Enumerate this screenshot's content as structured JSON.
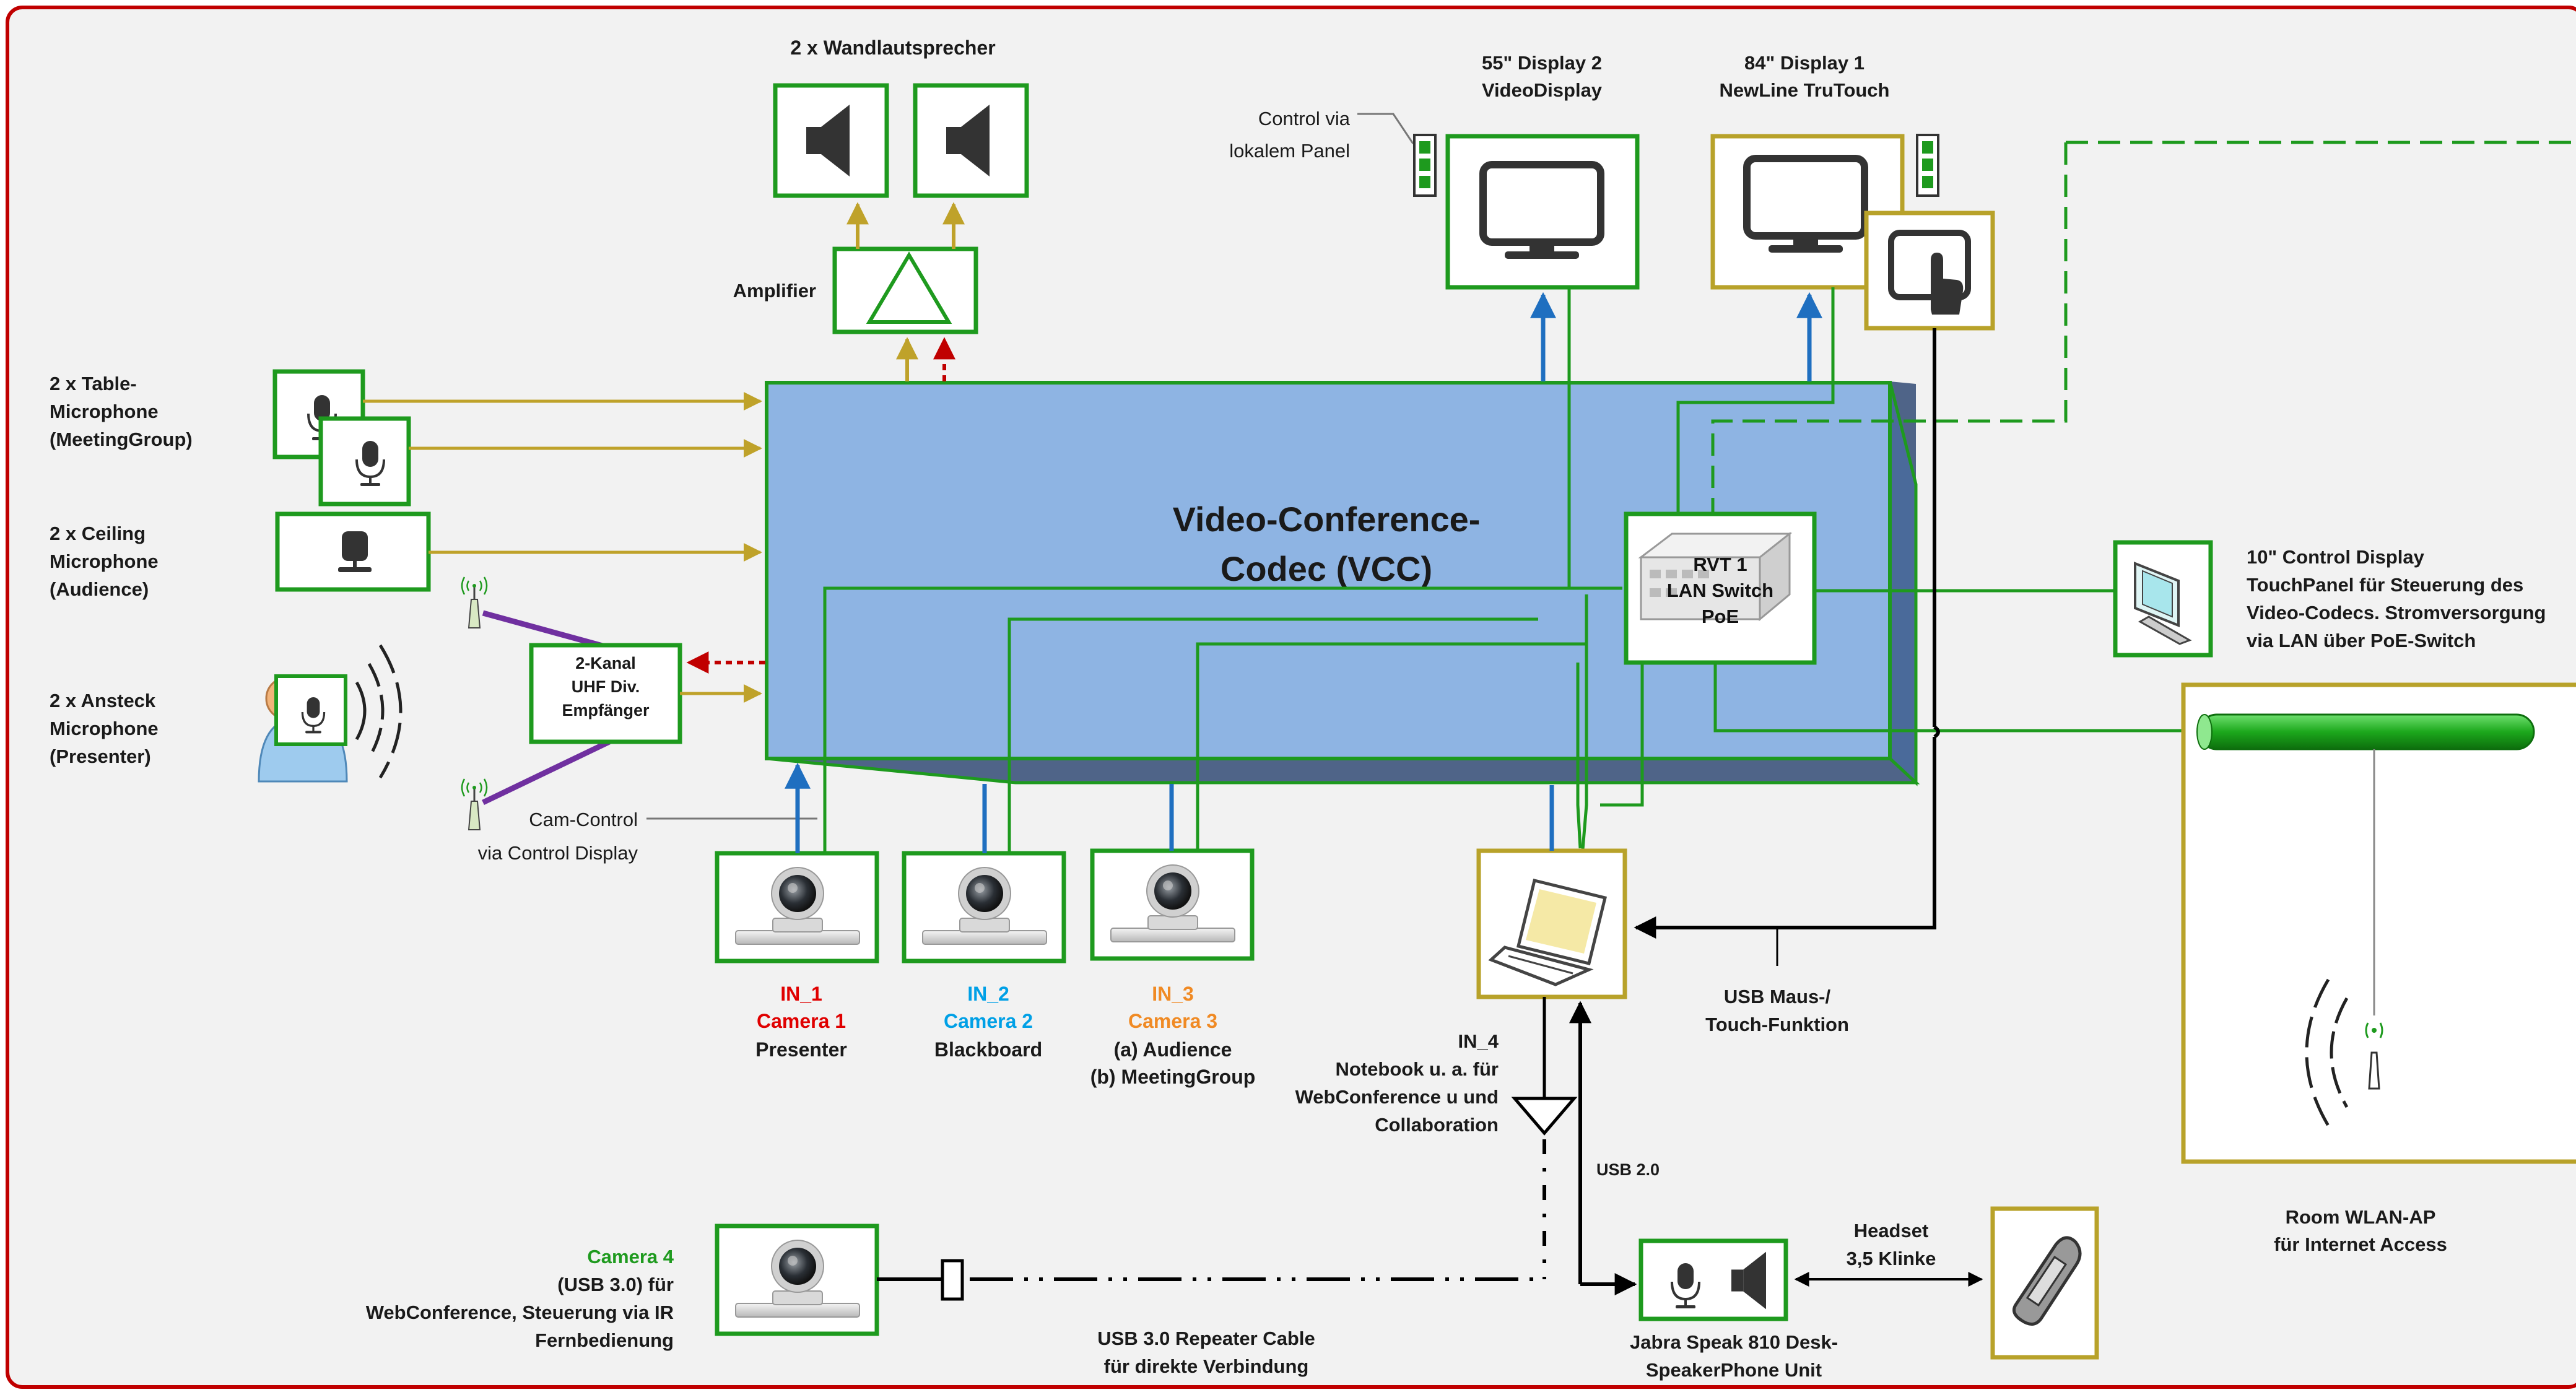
{
  "colors": {
    "frame": "#c00000",
    "background": "#f2f2f2",
    "green": "#1e9a1e",
    "gold": "#bfa22a",
    "box_gold": "#b8a22a",
    "blue": "#1f6fc0",
    "red": "#c00000",
    "purple": "#7030a0",
    "codec_fill": "#8eb4e3",
    "codec_side": "#4a6a9a",
    "codec_bottom": "#4f6488",
    "cyan": "#00a0e6",
    "orange": "#f08a24"
  },
  "codec": {
    "line1": "Video-Conference-",
    "line2": "Codec (VCC)"
  },
  "speakers": {
    "label": "2 x Wandlautsprecher"
  },
  "amplifier": {
    "label": "Amplifier"
  },
  "display2": {
    "line1": "55\" Display 2",
    "line2": "VideoDisplay",
    "control_line1": "Control via",
    "control_line2": "lokalem Panel"
  },
  "display1": {
    "line1": "84\" Display 1",
    "line2": "NewLine TruTouch"
  },
  "table_mic": {
    "line1": "2 x Table-",
    "line2": "Microphone",
    "line3": "(MeetingGroup)"
  },
  "ceiling_mic": {
    "line1": "2 x Ceiling",
    "line2": "Microphone",
    "line3": "(Audience)"
  },
  "ansteck_mic": {
    "line1": "2 x Ansteck",
    "line2": "Microphone",
    "line3": "(Presenter)"
  },
  "uhf": {
    "line1": "2-Kanal",
    "line2": "UHF Div.",
    "line3": "Empfänger"
  },
  "cam_control": {
    "line1": "Cam-Control",
    "line2": "via Control Display"
  },
  "switch": {
    "line1": "RVT 1",
    "line2": "LAN Switch",
    "line3": "PoE"
  },
  "control_display": {
    "line1": "10\" Control Display",
    "line2": "TouchPanel für Steuerung des",
    "line3": "Video-Codecs. Stromversorgung",
    "line4": "via LAN über PoE-Switch"
  },
  "cameras": [
    {
      "in": "IN_1",
      "name": "Camera 1",
      "desc": "Presenter",
      "desc2": "",
      "color": "#e00000"
    },
    {
      "in": "IN_2",
      "name": "Camera 2",
      "desc": "Blackboard",
      "desc2": "",
      "color": "#00a0e6"
    },
    {
      "in": "IN_3",
      "name": "Camera 3",
      "desc": "(a) Audience",
      "desc2": "(b) MeetingGroup",
      "color": "#f08a24"
    }
  ],
  "notebook": {
    "line1": "IN_4",
    "line2": "Notebook u. a. für",
    "line3": "WebConference u und",
    "line4": "Collaboration"
  },
  "usb_touch": {
    "line1": "USB Maus-/",
    "line2": "Touch-Funktion"
  },
  "usb2": "USB 2.0",
  "camera4": {
    "title": "Camera 4",
    "line2": "(USB 3.0) für",
    "line3": "WebConference, Steuerung via IR",
    "line4": "Fernbedienung"
  },
  "repeater": {
    "line1": "USB 3.0 Repeater Cable",
    "line2": "für direkte Verbindung"
  },
  "jabra": {
    "line1": "Jabra Speak 810 Desk-",
    "line2": "SpeakerPhone Unit"
  },
  "headset": {
    "line1": "Headset",
    "line2": "3,5 Klinke"
  },
  "wlan": {
    "line1": "Room WLAN-AP",
    "line2": "für Internet Access"
  }
}
